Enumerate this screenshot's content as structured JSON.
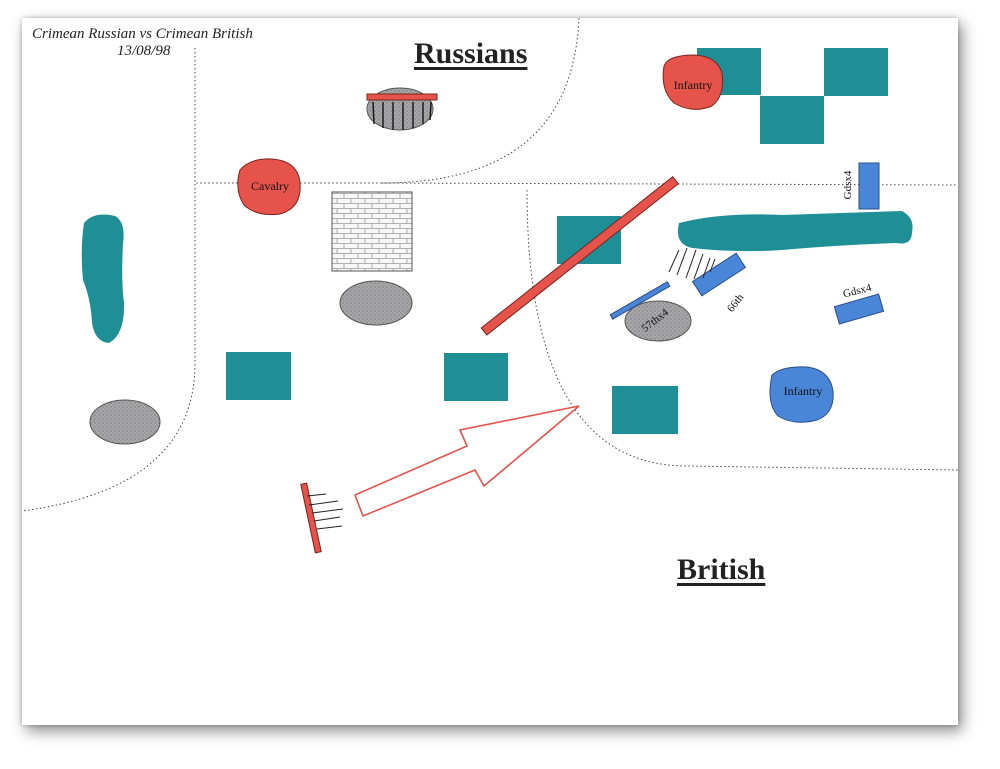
{
  "header": {
    "title": "Crimean Russian vs Crimean British",
    "date": "13/08/98"
  },
  "sides": {
    "top": "Russians",
    "bottom": "British"
  },
  "units": {
    "russian_infantry": "Infantry",
    "russian_cavalry": "Cavalry",
    "british_infantry": "Infantry",
    "gds_top": "Gdsx4",
    "gds_right": "Gdsx4",
    "regiment_66": "66th",
    "division_57": "57thx4"
  },
  "colors": {
    "russian": "#e5534b",
    "british": "#4a86d8",
    "woods": "#1f8f96",
    "hill": "#a9a9ab",
    "town": "#f2f2f2"
  }
}
